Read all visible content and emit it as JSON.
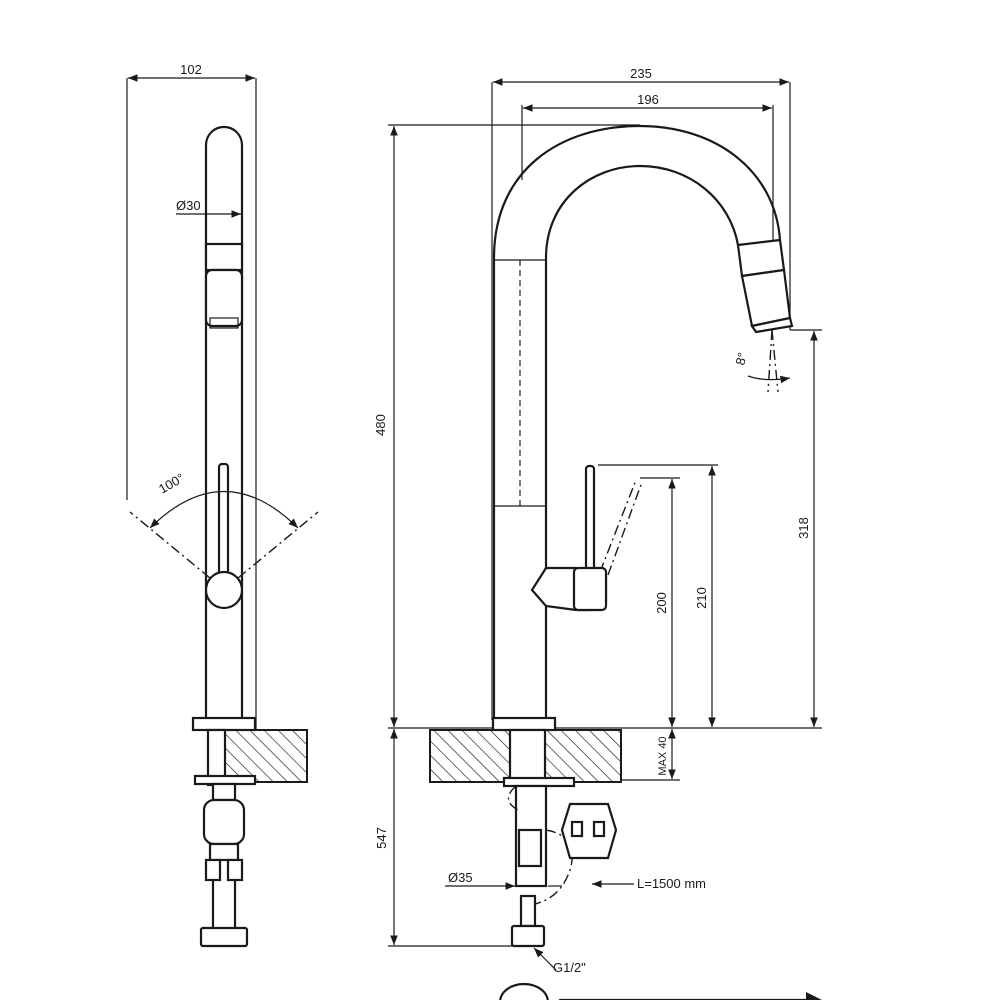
{
  "dimensions": {
    "side_width": "102",
    "side_diameter": "Ø30",
    "lever_angle": "100°",
    "front_width": "235",
    "front_spout_reach": "196",
    "total_height": "480",
    "spout_angle": "8°",
    "spout_height": "318",
    "lever_height": "210",
    "body_height": "200",
    "max_thickness": "MAX 40",
    "below_length": "547",
    "hose_diameter": "Ø35",
    "hose_length": "L=1500 mm",
    "connection": "G1/2\""
  },
  "colors": {
    "line": "#1a1a1a",
    "background": "#ffffff"
  }
}
